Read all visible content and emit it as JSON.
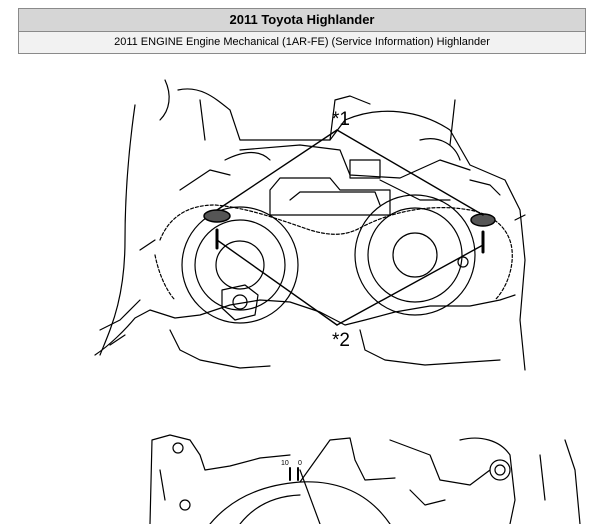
{
  "header": {
    "title": "2011 Toyota Highlander",
    "subtitle": "2011 ENGINE Engine Mechanical (1AR-FE) (Service Information) Highlander"
  },
  "figure_top": {
    "callouts": [
      {
        "id": "callout-1",
        "text": "*1"
      },
      {
        "id": "callout-2",
        "text": "*2"
      }
    ]
  },
  "figure_bottom": {
    "scale_marks": [
      "10",
      "0"
    ]
  },
  "colors": {
    "ink": "#000000",
    "header_bg": "#d6d6d6",
    "subheader_bg": "#f2f2f2",
    "border": "#8a8a8a"
  }
}
